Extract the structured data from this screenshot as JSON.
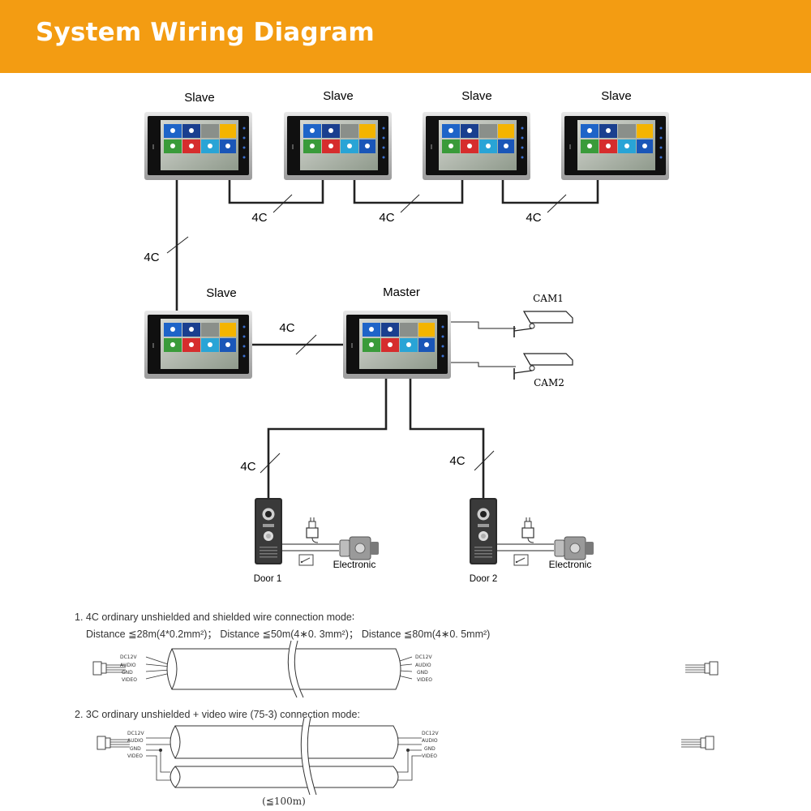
{
  "header": {
    "title": "System Wiring Diagram"
  },
  "monitors": {
    "top": [
      "Slave",
      "Slave",
      "Slave",
      "Slave"
    ],
    "middle_slave": "Slave",
    "master": "Master"
  },
  "wire_labels": {
    "top_1": "4C",
    "top_2": "4C",
    "top_3": "4C",
    "vertical": "4C",
    "middle": "4C",
    "door1": "4C",
    "door2": "4C"
  },
  "cameras": {
    "cam1": "CAM1",
    "cam2": "CAM2"
  },
  "doors": {
    "door1": {
      "label": "Door 1",
      "lock": "Electronic"
    },
    "door2": {
      "label": "Door 2",
      "lock": "Electronic"
    }
  },
  "notes": {
    "mode1_title": "1. 4C  ordinary  unshielded  and  shielded  wire  connection  mode∶",
    "mode1_detail": "Distance ≦28m(4*0.2mm²)；  Distance ≦50m(4∗0. 3mm²)； Distance ≦80m(4∗0. 5mm²)",
    "mode2_title": "2. 3C ordinary unshielded + video wire (75-3) connection mode:",
    "mode2_distance": "(≦100m)"
  },
  "connector_pins": [
    "DC12V",
    "AUDIO",
    "GND",
    "VIDEO"
  ],
  "colors": {
    "header": "#f39c12",
    "header_text": "#ffffff",
    "wire": "#222222"
  }
}
